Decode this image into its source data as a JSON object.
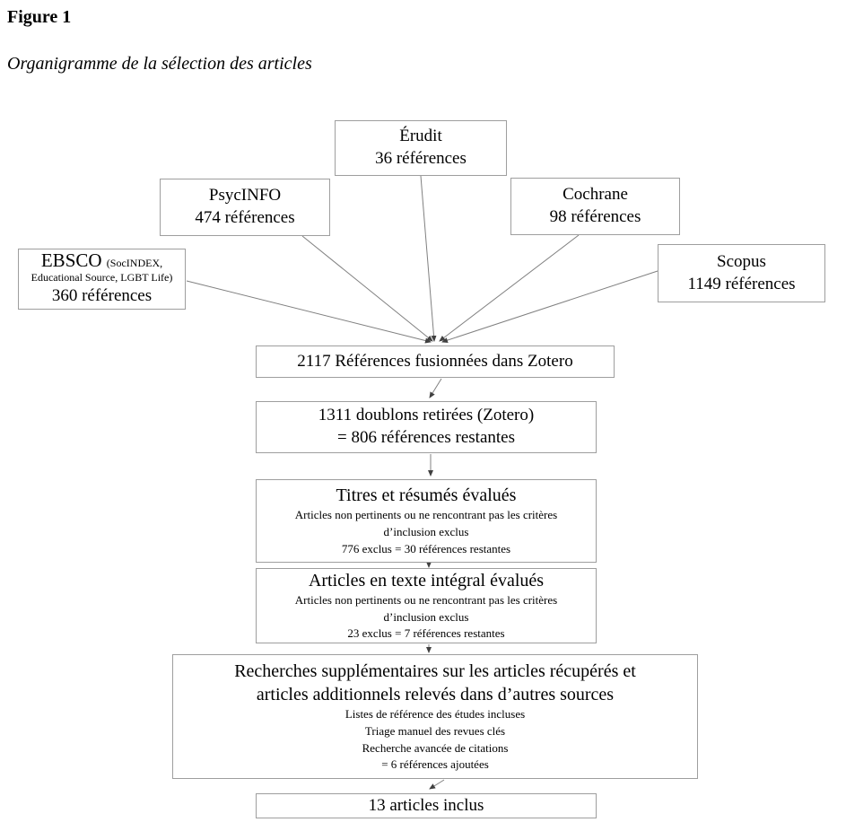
{
  "figure": {
    "label": "Figure 1",
    "caption": "Organigramme de la sélection des articles"
  },
  "colors": {
    "background": "#ffffff",
    "box_border": "#9e9e9e",
    "connector_line": "#808080",
    "text": "#000000"
  },
  "boxes": {
    "erudit": {
      "title": "Érudit",
      "count": "36 références"
    },
    "psycinfo": {
      "title": "PsycINFO",
      "count": "474 références"
    },
    "cochrane": {
      "title": "Cochrane",
      "count": "98 références"
    },
    "ebsco": {
      "title": "EBSCO",
      "title_suffix": "(SocINDEX,",
      "subtitle": "Educational Source, LGBT Life)",
      "count": "360 références"
    },
    "scopus": {
      "title": "Scopus",
      "count": "1149 références"
    },
    "merged": {
      "line1": "2117 Références fusionnées dans Zotero"
    },
    "duplicates": {
      "line1": "1311 doublons retirées (Zotero)",
      "line2": "= 806 références restantes"
    },
    "titles_abstracts": {
      "heading": "Titres et résumés évalués",
      "detail1": "Articles non pertinents ou ne rencontrant pas les critères",
      "detail2": "d’inclusion exclus",
      "detail3": "776 exclus = 30 références restantes"
    },
    "full_text": {
      "heading": "Articles en texte intégral évalués",
      "detail1": "Articles non pertinents ou ne rencontrant pas les critères",
      "detail2": "d’inclusion exclus",
      "detail3": "23 exclus = 7 références restantes"
    },
    "supplementary": {
      "heading1": "Recherches supplémentaires sur les articles récupérés et",
      "heading2": "articles additionnels relevés dans d’autres sources",
      "detail1": "Listes de référence des études incluses",
      "detail2": "Triage manuel des revues clés",
      "detail3": "Recherche avancée de citations",
      "detail4": "= 6 références ajoutées"
    },
    "included": {
      "line1": "13 articles inclus"
    }
  }
}
